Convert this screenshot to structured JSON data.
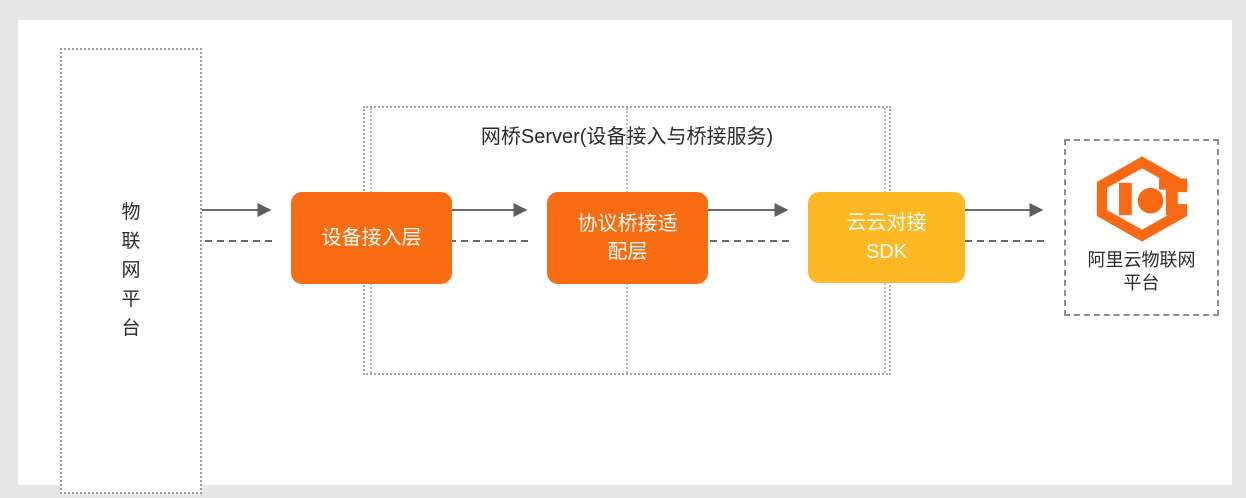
{
  "canvas": {
    "page_background": "#e6e6e6",
    "canvas_background": "#ffffff"
  },
  "palette": {
    "orange": "#fa6c12",
    "amber": "#feb823",
    "logo_orange": "#f96915",
    "line_gray": "#6b6b6b",
    "border_gray": "#9a9a9a",
    "text_dark": "#2b2b2b"
  },
  "left_platform": {
    "label": "物\n联\n网\n平\n台",
    "border_style": "dotted"
  },
  "bridge_server": {
    "title": "网桥Server(设备接入与桥接服务)",
    "border_style": "dotted",
    "boxes": [
      {
        "id": "device-access",
        "label": "设备接入层",
        "color": "#fa6c12"
      },
      {
        "id": "protocol-bridge",
        "label": "协议桥接适\n配层",
        "color": "#fa6c12"
      },
      {
        "id": "cloud-sdk",
        "label": "云云对接\nSDK",
        "color": "#feb823"
      }
    ]
  },
  "right_platform": {
    "label": "阿里云物联网\n平台",
    "logo_name": "iot-hexagon-logo",
    "logo_color": "#f96915",
    "border_style": "dashed"
  },
  "connections": [
    {
      "from": "left-platform",
      "to": "device-access",
      "direction": "right",
      "style": "solid"
    },
    {
      "from": "device-access",
      "to": "left-platform",
      "direction": "left",
      "style": "dashed"
    },
    {
      "from": "device-access",
      "to": "protocol-bridge",
      "direction": "right",
      "style": "solid"
    },
    {
      "from": "protocol-bridge",
      "to": "device-access",
      "direction": "left",
      "style": "dashed"
    },
    {
      "from": "protocol-bridge",
      "to": "cloud-sdk",
      "direction": "right",
      "style": "solid"
    },
    {
      "from": "cloud-sdk",
      "to": "protocol-bridge",
      "direction": "left",
      "style": "dashed"
    },
    {
      "from": "cloud-sdk",
      "to": "right-platform",
      "direction": "right",
      "style": "solid"
    },
    {
      "from": "right-platform",
      "to": "cloud-sdk",
      "direction": "left",
      "style": "dashed"
    }
  ]
}
